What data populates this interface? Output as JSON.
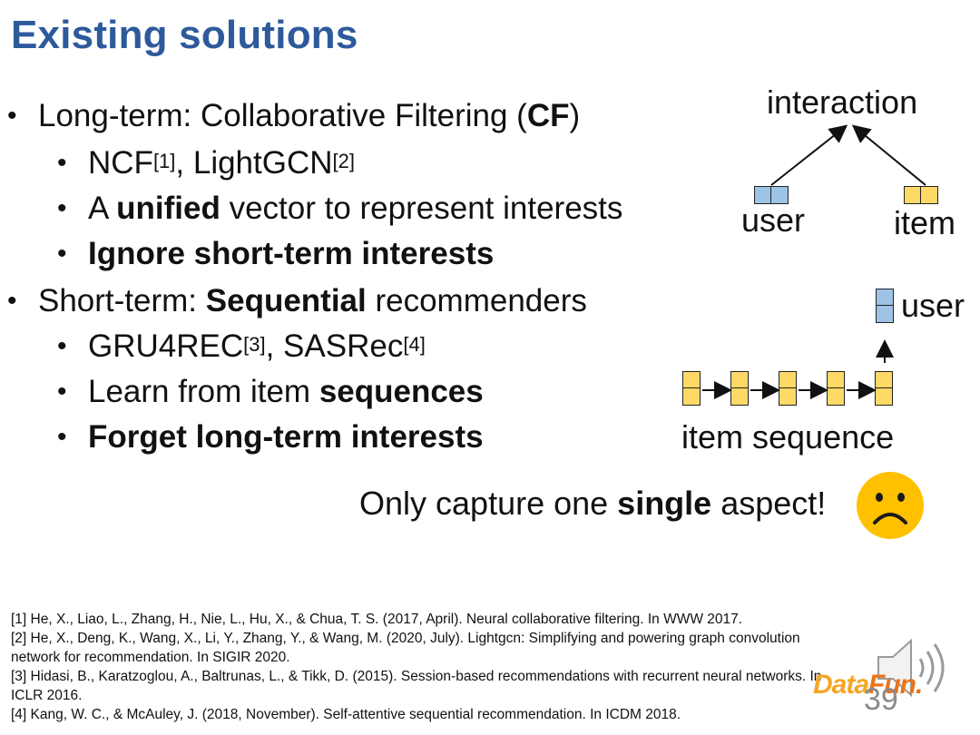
{
  "slide": {
    "title": "Existing solutions",
    "page_number": "39"
  },
  "bullets": {
    "lt_pre": "Long-term: Collaborative Filtering (",
    "lt_bold": "CF",
    "lt_post": ")",
    "ncf": "NCF",
    "ncf_ref": "[1]",
    "lgcn": ", LightGCN",
    "lgcn_ref": "[2]",
    "unified_pre": "A ",
    "unified_bold": "unified",
    "unified_post": " vector to represent interests",
    "ignore": "Ignore short-term interests",
    "st_pre": "Short-term: ",
    "st_bold": "Sequential",
    "st_post": " recommenders",
    "gru": "GRU4REC",
    "gru_ref": "[3]",
    "sas": ", SASRec",
    "sas_ref": "[4]",
    "learn_pre": "Learn from item ",
    "learn_bold": "sequences",
    "forget": "Forget long-term interests"
  },
  "diagram": {
    "interaction": "interaction",
    "user": "user",
    "item": "item",
    "user_right": "user",
    "item_sequence": "item sequence"
  },
  "callout": {
    "pre": "Only capture one ",
    "bold": "single",
    "post": " aspect!"
  },
  "references": [
    "[1] He, X., Liao, L., Zhang, H., Nie, L., Hu, X., & Chua, T. S. (2017, April). Neural collaborative filtering. In WWW 2017.",
    "[2] He, X., Deng, K., Wang, X., Li, Y., Zhang, Y., & Wang, M. (2020, July). Lightgcn: Simplifying and powering graph convolution",
    "network for recommendation. In SIGIR 2020.",
    "[3] Hidasi, B., Karatzoglou, A., Baltrunas, L., & Tikk, D. (2015). Session-based recommendations with recurrent neural networks. In",
    "ICLR 2016.",
    "[4] Kang, W. C., & McAuley, J. (2018, November). Self-attentive sequential recommendation. In ICDM 2018."
  ],
  "logo": {
    "data": "Data",
    "fun": "Fun."
  },
  "colors": {
    "title": "#2e5a9c",
    "user_embedding": "#9dc3e6",
    "item_embedding": "#ffd966",
    "sad_face": "#ffc000"
  },
  "icons": [
    "sad-face-icon",
    "speaker-icon"
  ]
}
